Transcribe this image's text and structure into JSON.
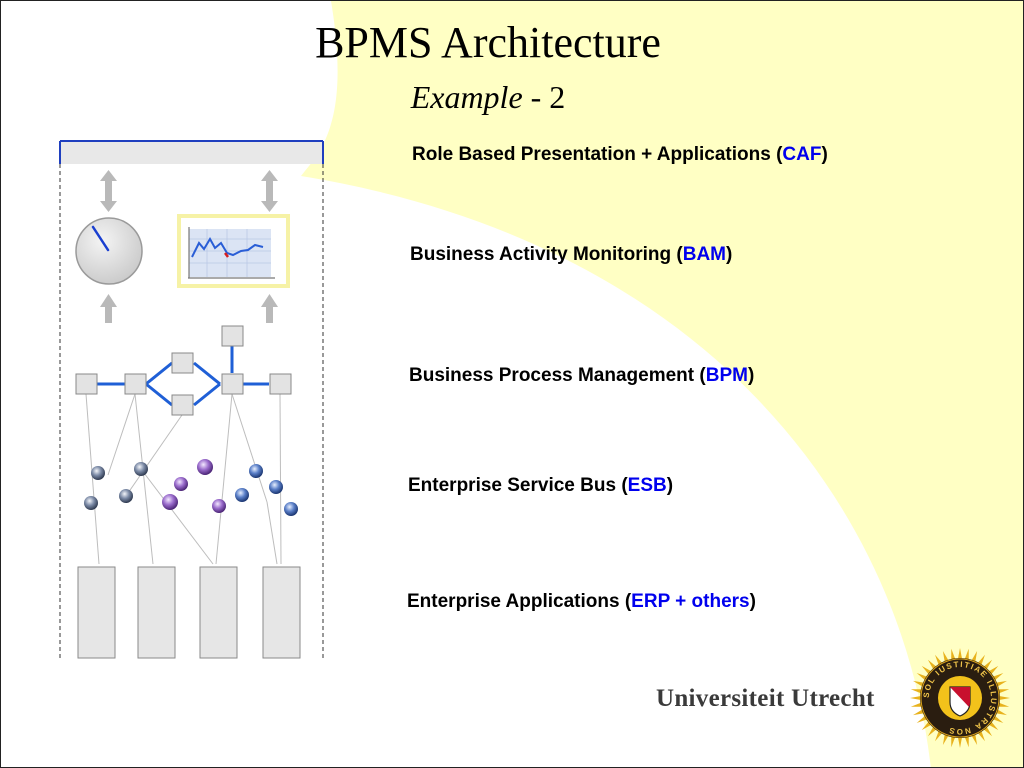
{
  "slide": {
    "title": "BPMS Architecture",
    "subtitle_word": "Example",
    "subtitle_rest": " - 2"
  },
  "layers": {
    "caf": {
      "prefix": "Role Based Presentation + Applications (",
      "acronym": "CAF",
      "suffix": ")"
    },
    "bam": {
      "prefix": "Business Activity Monitoring (",
      "acronym": "BAM",
      "suffix": ")"
    },
    "bpm": {
      "prefix": "Business Process Management (",
      "acronym": "BPM",
      "suffix": ")"
    },
    "esb": {
      "prefix": "Enterprise Service Bus (",
      "acronym": "ESB",
      "suffix": ")"
    },
    "erp": {
      "prefix": "Enterprise Applications (",
      "acronym": "ERP + others",
      "suffix": ")"
    }
  },
  "logo": {
    "name": "Universiteit Utrecht",
    "seal_text": "SOL IUSTITIAE ILLUSTRA NOS"
  },
  "colors": {
    "background_wave": "#ffffc4",
    "acronym": "#0000ee",
    "process_line": "#1f5fd6",
    "frame": "#1f3fbf"
  },
  "icons": {
    "clock": "clock-icon",
    "chart": "line-chart-icon",
    "arrows": "double-arrow-icon",
    "services": "service-node-icon"
  }
}
